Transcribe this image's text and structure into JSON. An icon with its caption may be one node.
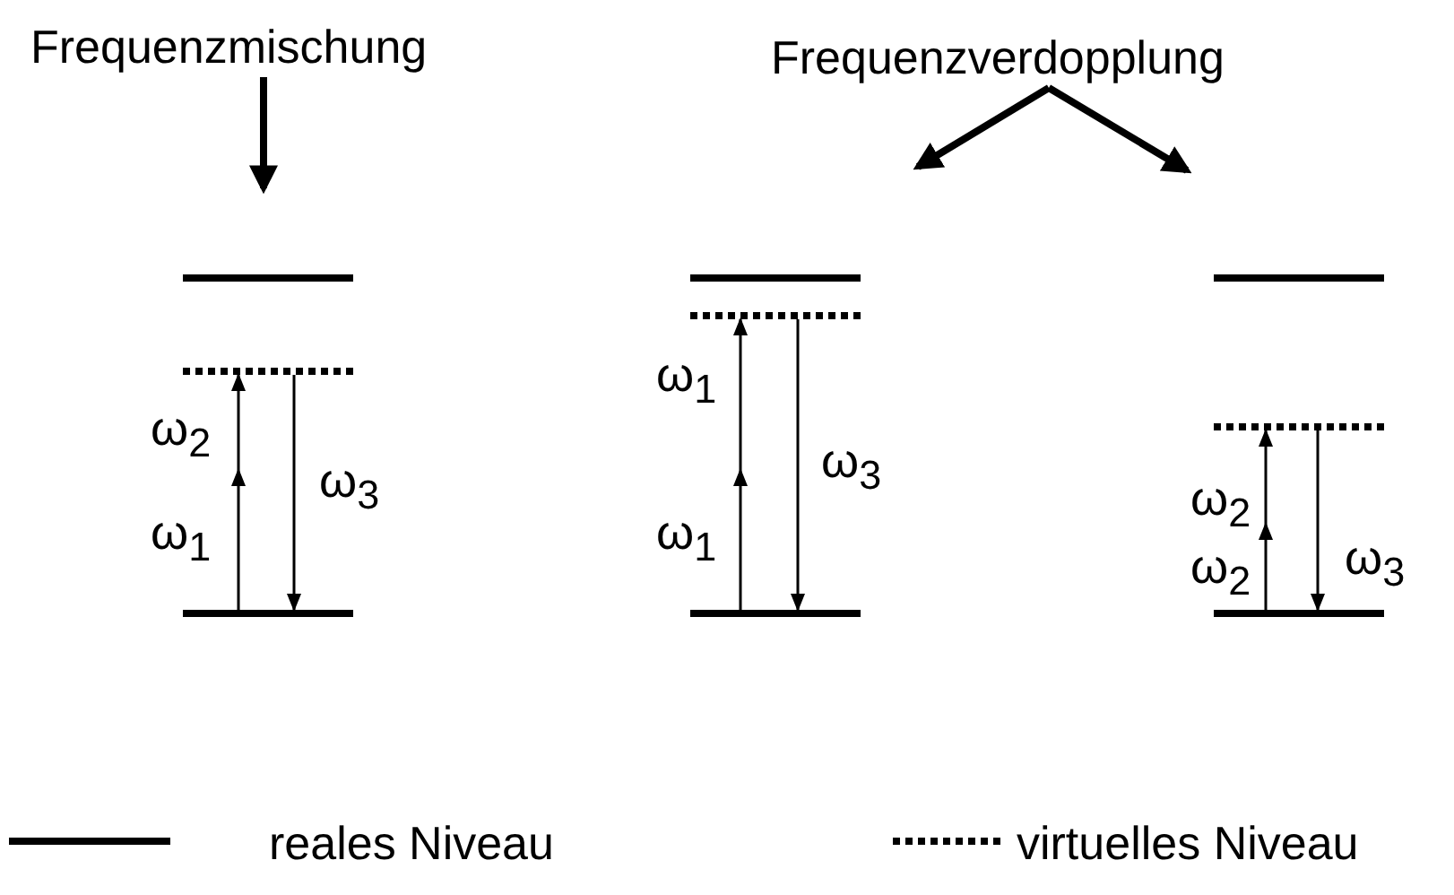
{
  "diagram": {
    "nodes": [
      {
        "text": [
          "Frequenzmischung"
        ]
      },
      {
        "text": [
          "Frequenzverdopplung"
        ]
      }
    ],
    "edges": [
      {
        "from": 0,
        "to": null,
        "arrow": "to"
      },
      {
        "from": 1,
        "to": null,
        "arrow": "to"
      },
      {
        "from": 1,
        "to": null,
        "arrow": "to"
      }
    ],
    "labels": [
      "ω$_{2}$",
      "ω$_{3}$",
      "ω$_{1}$",
      "ω$_{1}$",
      "ω$_{3}$",
      "ω$_{1}$",
      "ω$_{2}$",
      "ω$_{3}$",
      "ω$_{2}$"
    ],
    "legend": [
      {
        "text": "reales Niveau"
      },
      {
        "text": "virtuelles Niveau"
      }
    ]
  }
}
